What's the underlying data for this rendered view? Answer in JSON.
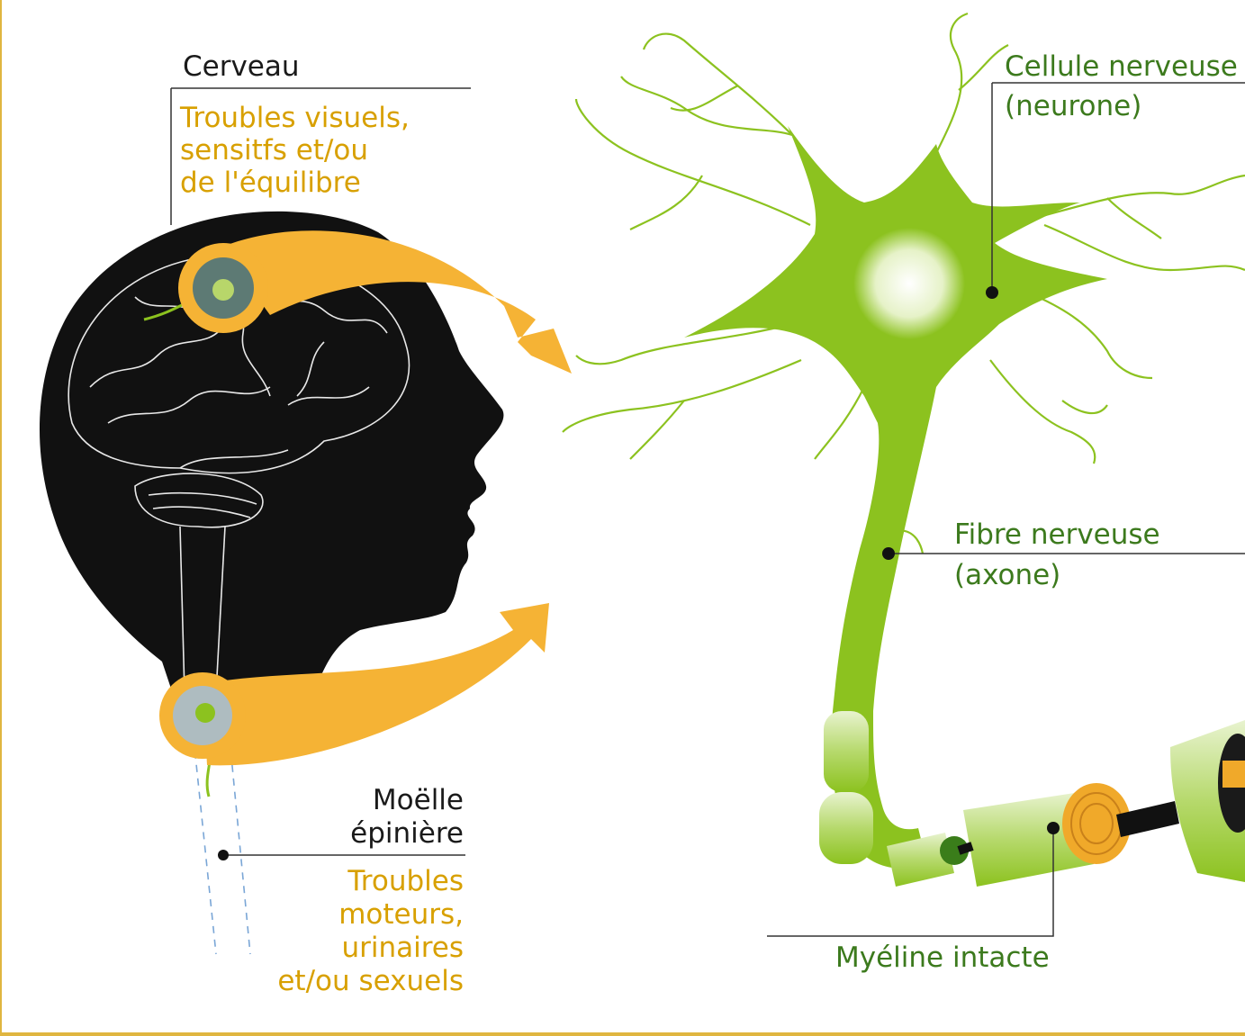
{
  "labels": {
    "cerveau": "Cerveau",
    "cerveau_troubles": [
      "Troubles visuels,",
      "sensitfs et/ou",
      "de l'équilibre"
    ],
    "moelle": [
      "Moëlle",
      "épinière"
    ],
    "moelle_troubles": [
      "Troubles",
      "moteurs,",
      "urinaires",
      "et/ou sexuels"
    ],
    "cellule": [
      "Cellule nerveuse",
      "(neurone)"
    ],
    "fibre": [
      "Fibre nerveuse",
      "(axone)"
    ],
    "myeline": "Myéline intacte"
  },
  "colors": {
    "head": "#111111",
    "neuron_green": "#8cc21f",
    "arrow_orange": "#f5b335",
    "label_orange": "#d8a000",
    "label_green": "#3c7a1d",
    "frame": "#e0b640"
  },
  "icons": [
    "head-silhouette",
    "brain-outline",
    "neuron",
    "myelin-sheath",
    "spinal-cord"
  ]
}
